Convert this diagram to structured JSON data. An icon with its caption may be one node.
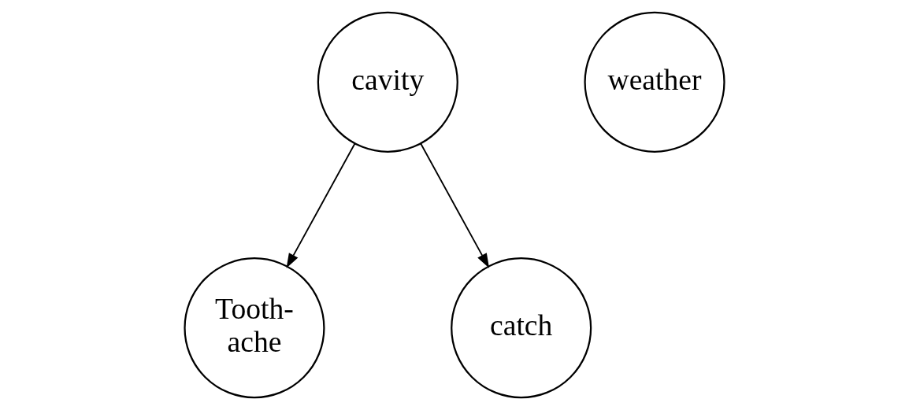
{
  "diagram": {
    "nodes": [
      {
        "text": [
          "cavity"
        ]
      },
      {
        "text": [
          "weather"
        ]
      },
      {
        "text": [
          "Tooth-ache"
        ]
      },
      {
        "text": [
          "catch"
        ]
      }
    ],
    "edges": [
      {
        "from": 0,
        "to": 2,
        "arrow": "to"
      },
      {
        "from": 0,
        "to": 3,
        "arrow": "to"
      }
    ]
  }
}
